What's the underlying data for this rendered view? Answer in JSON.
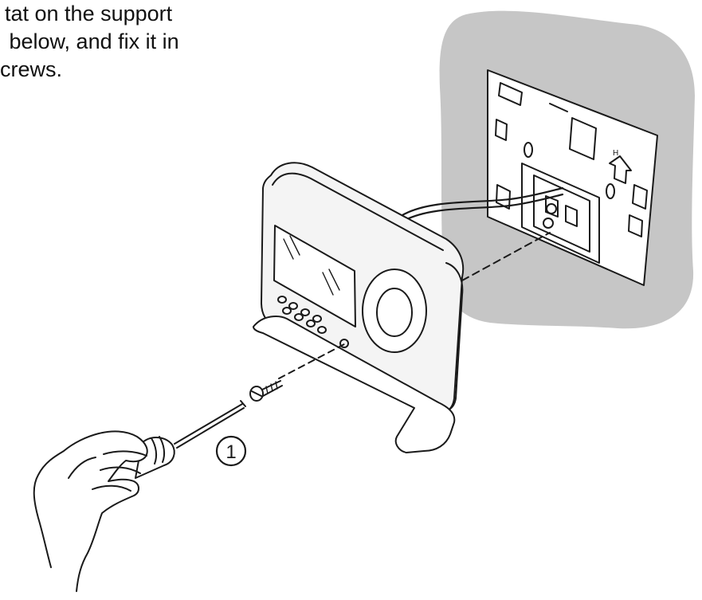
{
  "instruction": {
    "lines": [
      "tat on the support",
      " below, and fix it in",
      "crews."
    ]
  },
  "figure": {
    "step_marker": "1",
    "wall_plate_mark": "H"
  },
  "colors": {
    "wall": "#c6c6c6",
    "line": "#1a1a1a",
    "device_face": "#f4f4f4"
  }
}
